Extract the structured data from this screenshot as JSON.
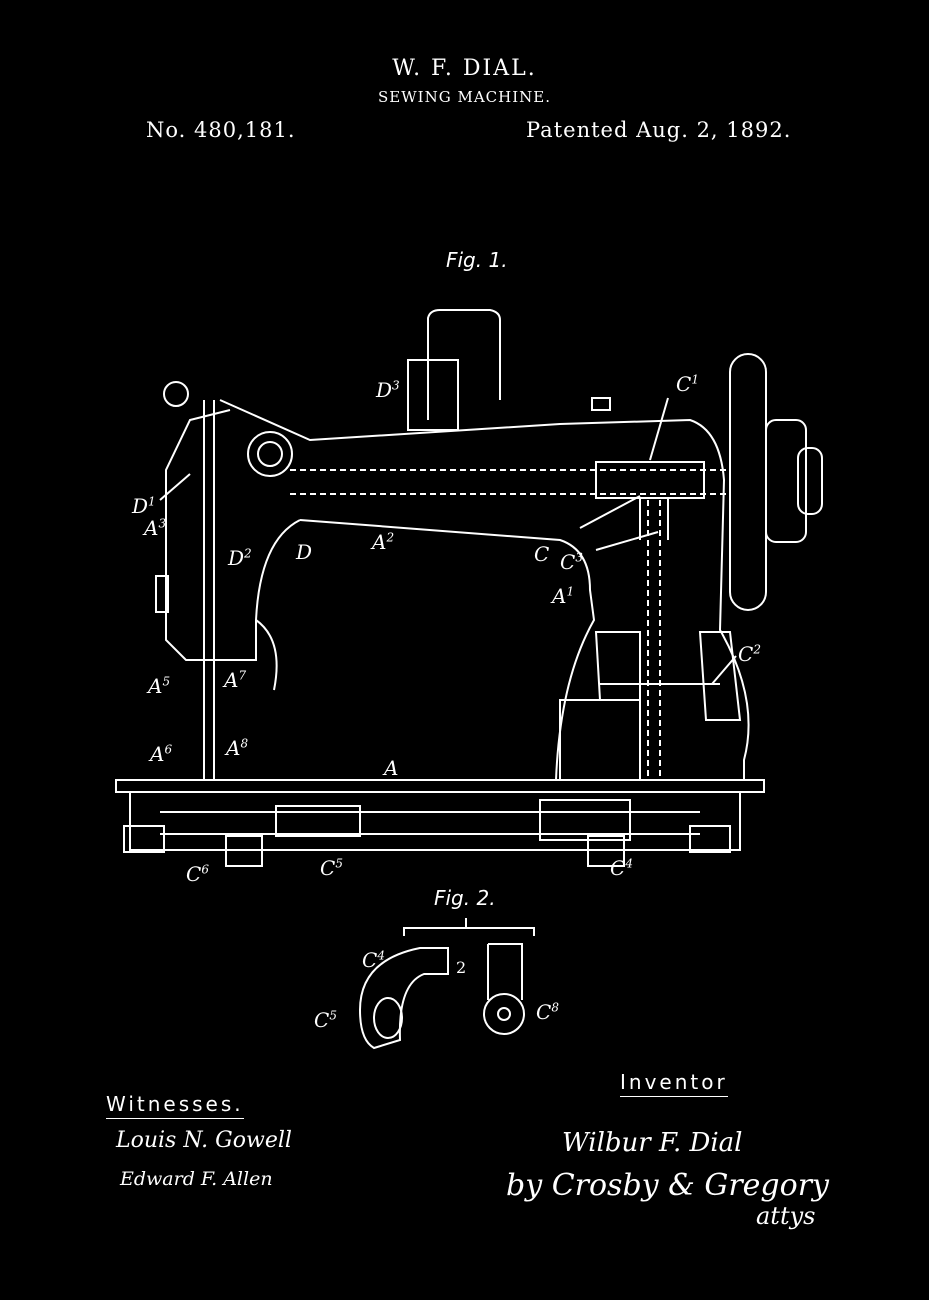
{
  "header": {
    "inventor": "W. F. DIAL.",
    "subject": "SEWING MACHINE.",
    "patent_number": "No. 480,181.",
    "patent_date": "Patented Aug. 2, 1892."
  },
  "figures": {
    "fig1_label": "Fig. 1.",
    "fig2_label": "Fig. 2."
  },
  "reference_labels": {
    "D3": "D",
    "C1": "C",
    "D1": "D",
    "A3": "A",
    "D2": "D",
    "D": "D",
    "A2": "A",
    "C": "C",
    "C3": "C",
    "A1": "A",
    "C2": "C",
    "A5": "A",
    "A7": "A",
    "A6": "A",
    "A8": "A",
    "A": "A",
    "C6": "C",
    "C5": "C",
    "C4": "C",
    "fig2_C4": "C",
    "fig2_2": "2",
    "fig2_C5": "C",
    "fig2_C8": "C"
  },
  "superscripts": {
    "D3": "3",
    "C1": "1",
    "D1": "1",
    "A3": "3",
    "D2": "2",
    "A2": "2",
    "C3": "3",
    "A1": "1",
    "C2": "2",
    "A5": "5",
    "A7": "7",
    "A6": "6",
    "A8": "8",
    "C6": "6",
    "C5": "5",
    "C4": "4",
    "fig2_C4": "4",
    "fig2_C5": "5",
    "fig2_C8": "8"
  },
  "footer": {
    "witnesses_heading": "Witnesses.",
    "witness_1": "Louis N. Gowell",
    "witness_2": "Edward F. Allen",
    "inventor_heading": "Inventor",
    "inventor_signature": "Wilbur F. Dial",
    "attorney_signature": "by Crosby & Gregory",
    "attorney_suffix": "attys"
  }
}
